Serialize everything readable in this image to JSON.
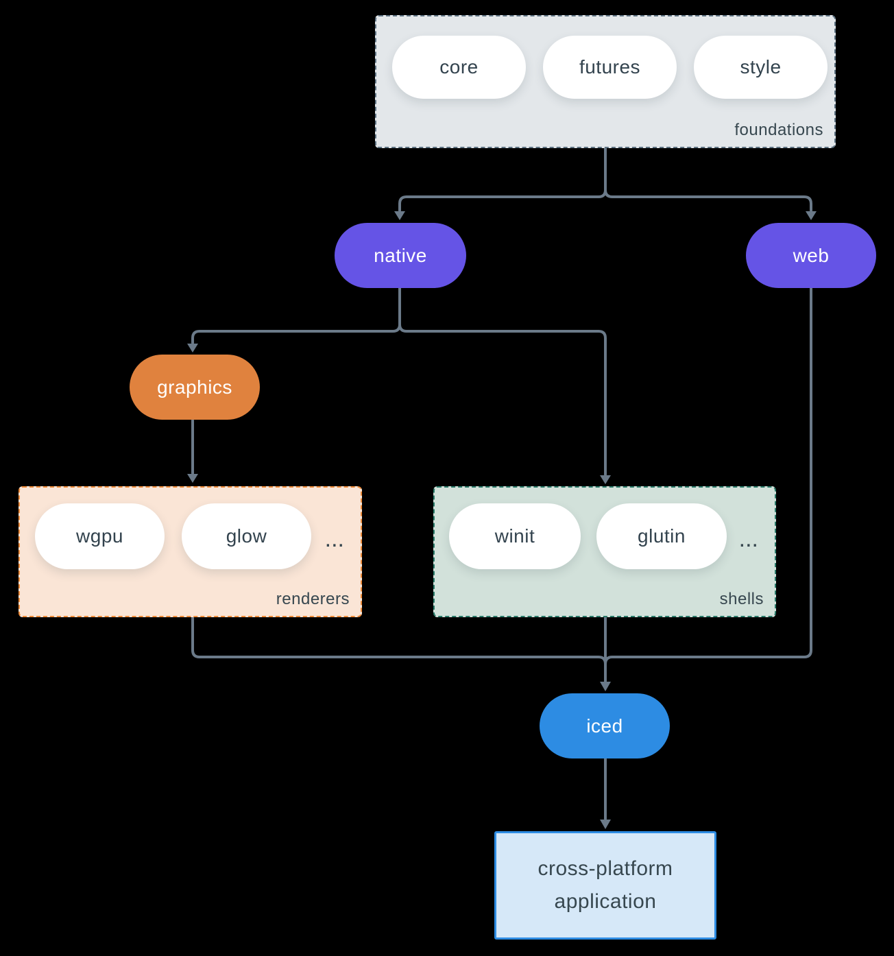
{
  "colors": {
    "background": "#000000",
    "edge_line": "#6b7a89",
    "text_dark": "#37474f",
    "pill_white": "#ffffff",
    "pill_purple": "#6554e6",
    "pill_orange": "#e0823e",
    "pill_blue": "#2d8ce3",
    "foundations_fill": "#e3e7ea",
    "foundations_border": "#5d7282",
    "renderers_fill": "#fae5d6",
    "renderers_border": "#ef8b39",
    "shells_fill": "#d2e1da",
    "shells_border": "#2a7b6a",
    "app_fill": "#d6e8f8",
    "app_border": "#2d8ce3"
  },
  "groups": {
    "foundations": {
      "label": "foundations"
    },
    "renderers": {
      "label": "renderers",
      "more": "..."
    },
    "shells": {
      "label": "shells",
      "more": "..."
    }
  },
  "nodes": {
    "core": "core",
    "futures": "futures",
    "style": "style",
    "native": "native",
    "web": "web",
    "graphics": "graphics",
    "wgpu": "wgpu",
    "glow": "glow",
    "winit": "winit",
    "glutin": "glutin",
    "iced": "iced",
    "application": "cross-platform application"
  }
}
